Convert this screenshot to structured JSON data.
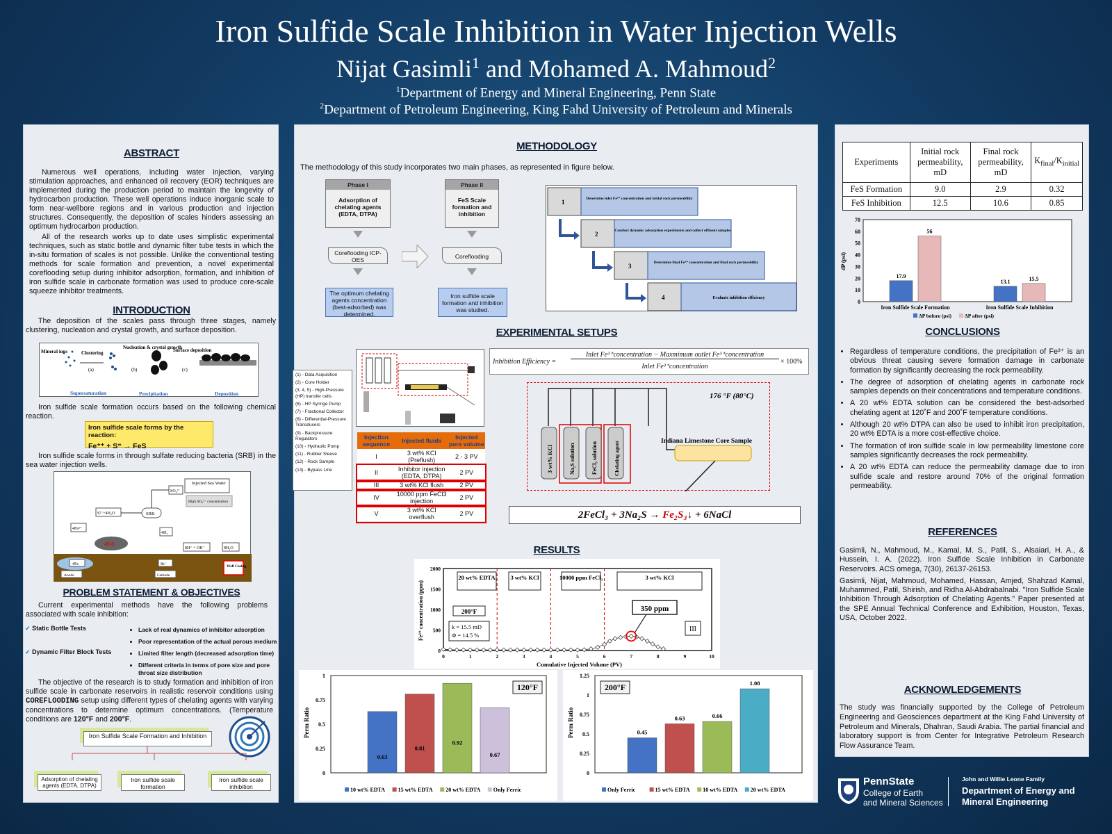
{
  "header": {
    "title": "Iron Sulfide Scale Inhibition in Water Injection Wells",
    "author1": "Nijat Gasimli",
    "author1_sup": "1",
    "and": "and",
    "author2": "Mohamed A. Mahmoud",
    "author2_sup": "2",
    "aff1_sup": "1",
    "aff1": "Department of Energy and Mineral Engineering, Penn State",
    "aff2_sup": "2",
    "aff2": "Department of Petroleum Engineering, King Fahd University of Petroleum and Minerals"
  },
  "abstract": {
    "title": "ABSTRACT",
    "p1": "Numerous well operations, including water injection, varying stimulation approaches, and enhanced oil recovery (EOR) techniques are implemented during the production period to maintain the longevity of hydrocarbon production. These well operations induce inorganic scale to form near-wellbore regions and in various production and injection structures. Consequently, the deposition of scales hinders assessing an optimum hydrocarbon production.",
    "p2": "All of the research works up to date uses simplistic experimental techniques, such as static bottle and dynamic filter tube tests in which the in-situ formation of scales is not possible. Unlike the conventional testing methods for scale formation and prevention, a novel experimental coreflooding setup during inhibitor adsorption, formation, and inhibition of iron sulfide scale in carbonate formation was used to produce core-scale squeeze inhibitor treatments."
  },
  "introduction": {
    "title": "INTRODUCTION",
    "p1": "The deposition of the scales pass through three stages, namely clustering, nucleation and crystal growth, and surface deposition.",
    "stages": {
      "mineral_ions": "Mineral ions",
      "clustering": "Clustering",
      "nucleation": "Nucleation & crystal growth",
      "surface_dep": "Surface deposition",
      "a": "(a)",
      "b": "(b)",
      "c": "(c)",
      "supersaturation": "Supersaturation",
      "precipitation": "Precipitation",
      "deposition": "Deposition"
    },
    "p2": "Iron sulfide scale formation occurs based on the following chemical reaction.",
    "reaction_title": "Iron sulfide scale forms by the reaction:",
    "reaction": "Fe⁺⁺ + S⁼ → FeS",
    "p3": "Iron sulfide scale forms in through sulfate reducing bacteria (SRB) in the sea water injection wells.",
    "srb": {
      "injected": "Injected Sea Water",
      "so4": "SO₄²⁻",
      "high_so4": "High SO₄²⁻ concentration",
      "s_h2o": "S²⁻+4H₂O",
      "srb": "SRB",
      "fe2": "4Fe²⁺",
      "h2": "4H₂",
      "fes": "4FeS",
      "oh": "8H⁺ + OH⁻",
      "h2o": "8H₂O",
      "fe": "4Fe",
      "anode": "Anode",
      "e": "8e⁻",
      "cathode": "Cathode",
      "casing": "Well Casing"
    }
  },
  "problem": {
    "title": "PROBLEM STATEMENT & OBJECTIVES",
    "p1": "Current experimental methods have the following problems associated with scale inhibition:",
    "methods": [
      "Static Bottle Tests",
      "Dynamic Filter Block Tests"
    ],
    "issues": [
      "Lack of real dynamics of inhibitor adsorption",
      "Poor representation of the actual porous medium",
      "Limited filter length (decreased adsorption time)",
      "Different criteria in terms of pore size and pore throat size distribution"
    ],
    "obj_1": "The objective of the research is to study formation and inhibition of iron sulfide scale in carbonate reservoirs in realistic reservoir conditions using ",
    "obj_bold": "COREFLOODING",
    "obj_2": " setup using different types of chelating agents with varying concentrations to determine optimum concentrations. (Temperature conditions are ",
    "obj_t1": "120°F",
    "obj_and": " and ",
    "obj_t2": "200°F",
    "obj_end": ".",
    "tree": {
      "root": "Iron Sulfide Scale Formation and Inhibition",
      "c1": "Adsorption of chelating agents (EDTA, DTPA)",
      "c2": "Iron sulfide scale formation",
      "c3": "Iron sulfide scale inhibition"
    }
  },
  "methodology": {
    "title": "METHODOLOGY",
    "intro": "The methodology of this study incorporates two main phases, as represented in figure below.",
    "phase1": {
      "head": "Phase I",
      "body": "Adsorption of chelating agents (EDTA, DTPA)",
      "step": "Coreflooding ICP-OES",
      "result": "The optimum chelating agents concentration (best-adsorbed) was determined."
    },
    "phase2": {
      "head": "Phase II",
      "body": "FeS Scale formation and inhibition",
      "step": "Coreflooding",
      "result": "Iron sulfide scale formation and inhibition was studied."
    },
    "steps": [
      {
        "n": "1",
        "text": "Determine inlet Fe³⁺ concentration and initial rock permeability"
      },
      {
        "n": "2",
        "text": "Conduct dynamic adsorption experiments and collect effluent samples"
      },
      {
        "n": "3",
        "text": "Determine final Fe³⁺ concentration and final rock permeability"
      },
      {
        "n": "4",
        "text": "Evaluate inhibition efficiency"
      }
    ]
  },
  "setups": {
    "title": "EXPERIMENTAL SETUPS",
    "equipment": [
      "(1) - Data Acquisition",
      "(2) - Core Holder",
      "(3, 4, 5) - High-Pressure (HP) transfer cells",
      "(6) - HP Syringe Pump",
      "(7) - Fractional Collector",
      "(8) - Differential-Pressure Transducers",
      "(9) - Backpressure Regulators",
      "(10) - Hydraulic Pump",
      "(11) - Rubber Sleeve",
      "(12) - Rock Sample",
      "(13) - Bypass Line"
    ],
    "seq_headers": [
      "Injection sequence",
      "Injected fluids",
      "Injected pore volume"
    ],
    "seq_rows": [
      [
        "I",
        "3 wt% KCl (Preflush)",
        "2 - 3 PV"
      ],
      [
        "II",
        "Inhibitor injection (EDTA, DTPA)",
        "2 PV"
      ],
      [
        "III",
        "3 wt% KCl flush",
        "2 PV"
      ],
      [
        "IV",
        "10000 ppm FeCl3 injection",
        "2 PV"
      ],
      [
        "V",
        "3 wt% KCl overflush",
        "2 PV"
      ]
    ],
    "efficiency_lhs": "Inhibition Efficiency =",
    "efficiency_num": "Inlet Fe³⁺concentration − Maxmimum outlet Fe³⁺concentration",
    "efficiency_den": "Inlet Fe³⁺concentration",
    "efficiency_mult": "× 100%",
    "temp": "176 °F (80°C)",
    "cells": [
      "3 wt% KCl",
      "Na₂S solution",
      "FeCl₃ solution",
      "Chelating agent"
    ],
    "core": "Indiana Limestone Core Sample",
    "eq_lhs": "2FeCl₃ + 3Na₂S → ",
    "eq_red": "Fe₂S₃",
    "eq_rhs": "↓ + 6NaCl"
  },
  "results": {
    "title": "RESULTS",
    "fe_chart": {
      "ylabel": "Fe³⁺ concentration (ppm)",
      "xlabel": "Cumulative Injected Volume (PV)",
      "stages": [
        "20 wt% EDTA",
        "3 wt% KCl",
        "10000 ppm FeCl₃",
        "3 wt% KCl"
      ],
      "temp": "200°F",
      "k": "k = 15.5 mD",
      "phi": "Φ = 14.5 %",
      "peak": "350 ppm",
      "roman": "III"
    }
  },
  "table": {
    "headers": [
      "Experiments",
      "Initial rock permeability, mD",
      "Final rock permeability, mD",
      "K_final/K_initial"
    ],
    "kfinal": "K",
    "kfinal_sub": "final",
    "kinit": "/K",
    "kinit_sub": "initial",
    "rows": [
      [
        "FeS Formation",
        "9.0",
        "2.9",
        "0.32"
      ],
      [
        "FeS Inhibition",
        "12.5",
        "10.6",
        "0.85"
      ]
    ]
  },
  "conclusions": {
    "title": "CONCLUSIONS",
    "items": [
      "Regardless of temperature conditions, the precipitation of Fe³⁺ is an obvious threat causing severe formation damage in carbonate formation by significantly decreasing the rock permeability.",
      "The degree of adsorption of chelating agents in carbonate rock samples depends on their concentrations and temperature conditions.",
      "A 20 wt% EDTA solution can be considered the best-adsorbed chelating agent at 120˚F and 200˚F temperature conditions.",
      "Although 20 wt% DTPA can also be used to inhibit iron precipitation, 20 wt% EDTA is a more cost-effective choice.",
      "The formation of iron sulfide scale in low permeability limestone core samples significantly decreases the rock permeability.",
      "A 20 wt% EDTA can reduce the permeability damage due to iron sulfide scale and restore around 70% of the original formation permeability."
    ]
  },
  "references": {
    "title": "REFERENCES",
    "items": [
      "Gasimli, N., Mahmoud, M., Kamal, M. S., Patil, S., Alsaiari, H. A., & Hussein, I. A. (2022). Iron Sulfide Scale Inhibition in Carbonate Reservoirs. ACS omega, 7(30), 26137-26153.",
      "Gasimli, Nijat, Mahmoud, Mohamed, Hassan, Amjed, Shahzad Kamal, Muhammed, Patil, Shirish, and Ridha Al-Abdrabalnabi. \"Iron Sulfide Scale Inhibition Through Adsorption of Chelating Agents.\" Paper presented at the SPE Annual Technical Conference and Exhibition, Houston, Texas, USA, October 2022."
    ]
  },
  "acknowledgements": {
    "title": "ACKNOWLEDGEMENTS",
    "text": "The study was financially supported by the College of Petroleum Engineering and Geosciences department at the King Fahd University of Petroleum and Minerals, Dhahran, Saudi Arabia. The partial financial and laboratory support is from Center for Integrative Petroleum Research Flow Assurance Team."
  },
  "logos": {
    "psu": "PennState",
    "college1": "College of Earth",
    "college2": "and Mineral Sciences",
    "family": "John and Willie Leone Family",
    "dept1": "Department of Energy and",
    "dept2": "Mineral Engineering"
  },
  "colors": {
    "blue": "#4472c4",
    "red": "#c0504d",
    "green": "#9bbb59",
    "lilac": "#ccc0da",
    "pink": "#e6b9b8",
    "teal": "#4bacc6"
  },
  "chart_data": [
    {
      "type": "bar",
      "categories": [
        "Iron Sulfide Scale Formation",
        "Iron Sulfide Scale Inhibition"
      ],
      "series": [
        {
          "name": "ΔP before (psi)",
          "values": [
            17.9,
            13.1
          ],
          "color": "#4472c4"
        },
        {
          "name": "ΔP after (psi)",
          "values": [
            56,
            15.5
          ],
          "color": "#e6b9b8"
        }
      ],
      "ylabel": "dP (psi)",
      "ylim": [
        0,
        70
      ],
      "yticks": [
        0,
        10,
        20,
        30,
        40,
        50,
        60,
        70
      ]
    },
    {
      "type": "line",
      "ylabel": "Fe³⁺ concentration (ppm)",
      "xlabel": "Cumulative Injected Volume (PV)",
      "xlim": [
        0,
        10
      ],
      "ylim": [
        0,
        2000
      ],
      "xticks": [
        0,
        1,
        2,
        3,
        4,
        5,
        6,
        7,
        8,
        9,
        10
      ],
      "yticks": [
        0,
        500,
        1000,
        1500,
        2000
      ],
      "stage_boundaries": [
        2,
        4,
        6
      ],
      "x": [
        0,
        0.25,
        0.5,
        0.75,
        1,
        1.25,
        1.5,
        1.75,
        2,
        2.25,
        2.5,
        2.75,
        3,
        3.25,
        3.5,
        3.75,
        4,
        4.25,
        4.5,
        4.75,
        5,
        5.25,
        5.5,
        5.75,
        6,
        6.2,
        6.4,
        6.6,
        6.8,
        7,
        7.2,
        7.4,
        7.6,
        7.8,
        8,
        8.2
      ],
      "y": [
        30,
        20,
        15,
        15,
        15,
        15,
        15,
        15,
        15,
        15,
        15,
        15,
        15,
        15,
        15,
        15,
        15,
        15,
        15,
        15,
        15,
        20,
        40,
        80,
        150,
        230,
        290,
        320,
        340,
        350,
        330,
        290,
        230,
        160,
        90,
        40
      ]
    },
    {
      "type": "bar",
      "categories": [
        "10 wt% EDTA",
        "15 wt% EDTA",
        "20 wt% EDTA",
        "Only Ferric"
      ],
      "values": [
        0.63,
        0.81,
        0.92,
        0.67
      ],
      "colors": [
        "#4472c4",
        "#c0504d",
        "#9bbb59",
        "#ccc0da"
      ],
      "ylabel": "Perm Ratio",
      "title": "120°F",
      "ylim": [
        0,
        1
      ],
      "yticks": [
        0,
        0.25,
        0.5,
        0.75,
        1
      ]
    },
    {
      "type": "bar",
      "categories": [
        "Only Ferric",
        "15 wt% EDTA",
        "10 wt% EDTA",
        "20 wt% EDTA"
      ],
      "values": [
        0.45,
        0.63,
        0.66,
        1.08
      ],
      "colors": [
        "#4472c4",
        "#c0504d",
        "#9bbb59",
        "#4bacc6"
      ],
      "ylabel": "Perm Ratio",
      "title": "200°F",
      "ylim": [
        0,
        1.25
      ],
      "yticks": [
        0,
        0.25,
        0.5,
        0.75,
        1,
        1.25
      ]
    }
  ]
}
